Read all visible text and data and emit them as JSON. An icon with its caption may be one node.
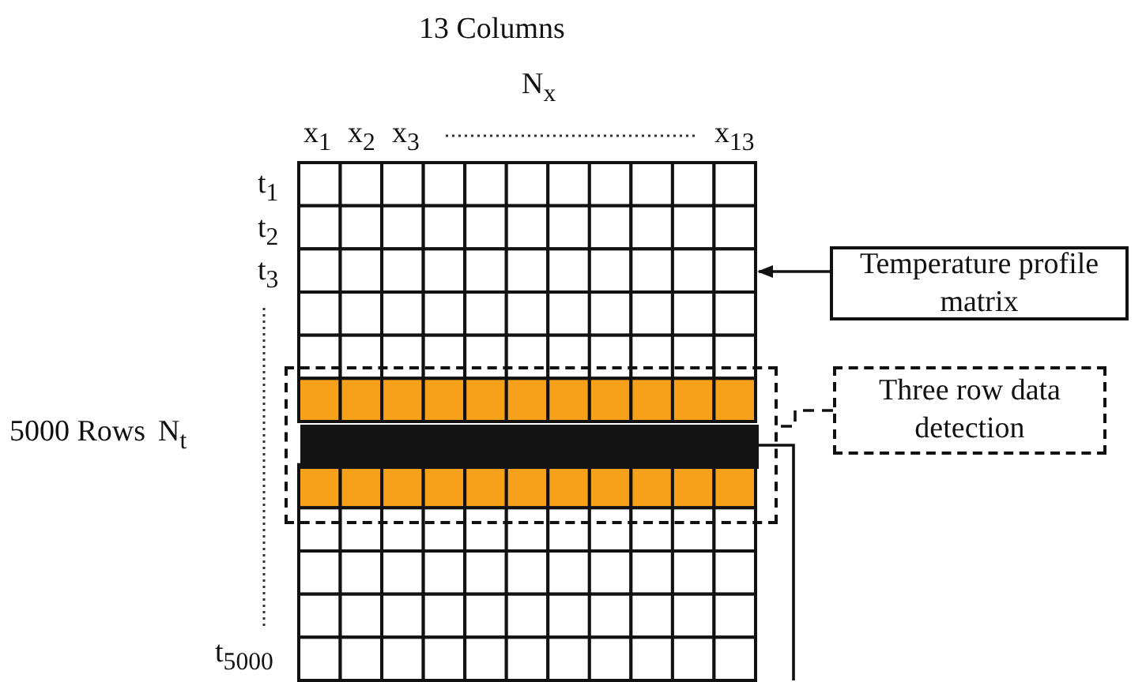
{
  "diagram": {
    "nodes": [
      {
        "text": [
          "Temperature profile matrix"
        ]
      },
      {
        "text": [],
        "shape": "grid"
      },
      {
        "text": [
          "Three row data detection"
        ]
      },
      {
        "text": [],
        "shape": "box"
      },
      {
        "text": [],
        "shape": "bar",
        "in": 3
      }
    ],
    "edges": [
      {
        "from": 0,
        "to": 1,
        "arrow": "to"
      },
      {
        "from": 2,
        "to": 3,
        "arrow": "none",
        "style": "dashed"
      },
      {
        "from": 4,
        "to": null,
        "arrow": "none"
      }
    ],
    "labels": [
      "13 Columns",
      "N$_{x}$",
      "x$_{1}$",
      "x$_{2}$",
      "x$_{3}$",
      "x$_{13}$",
      "t$_{1}$",
      "t$_{2}$",
      "t$_{3}$",
      "5000 Rows",
      "N$_{t}$",
      "t$_{5000}$"
    ]
  }
}
